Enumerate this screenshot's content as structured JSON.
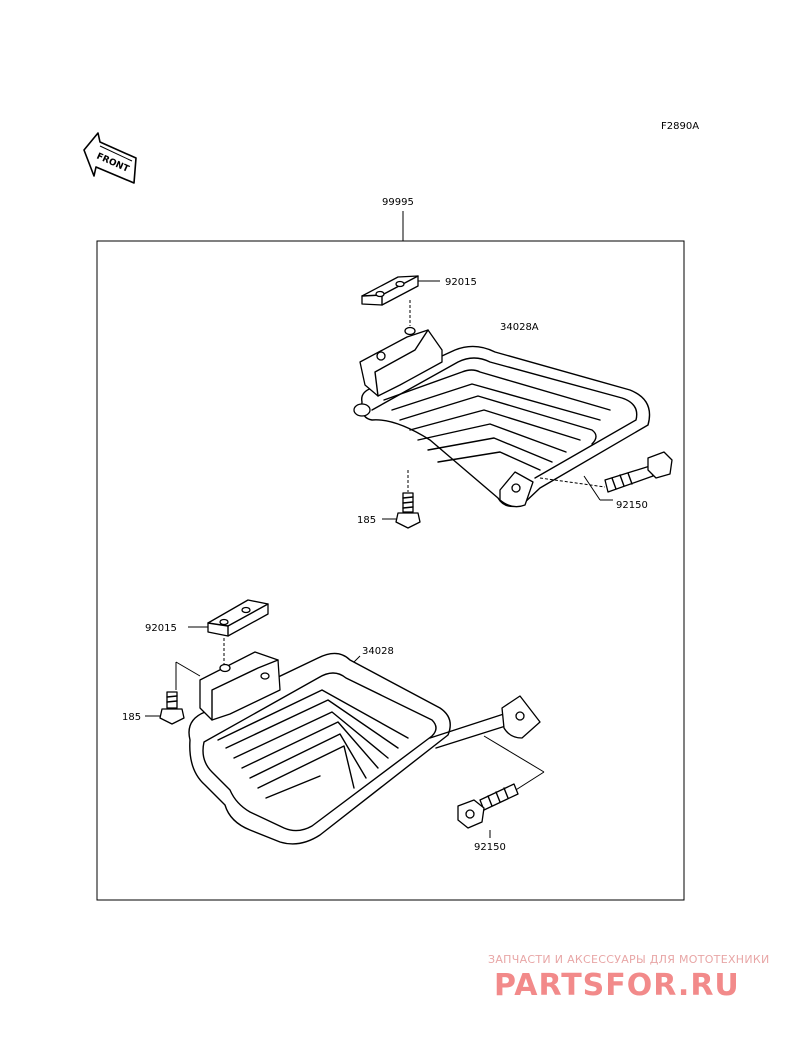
{
  "diagram": {
    "figure_code": "F2890A",
    "front_indicator": "FRONT",
    "parts": {
      "kit": "99995",
      "rack_a": "34028A",
      "rack_b": "34028",
      "plate_upper": "92015",
      "plate_lower": "92015",
      "nut_upper": "185",
      "nut_lower": "185",
      "bolt_upper": "92150",
      "bolt_lower": "92150"
    }
  },
  "watermark": {
    "tagline": "ЗАПЧАСТИ И АКСЕССУАРЫ ДЛЯ МОТОТЕХНИКИ",
    "brand": "PARTSFOR.RU"
  }
}
